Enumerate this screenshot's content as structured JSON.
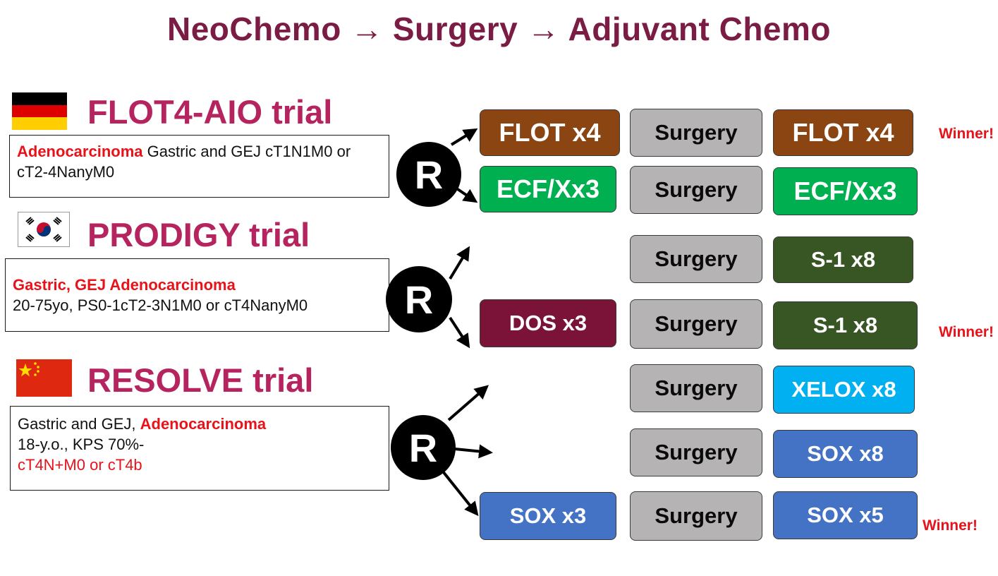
{
  "title": "NeoChemo → Surgery → Adjuvant Chemo",
  "flot4": {
    "name": "FLOT4-AIO trial",
    "flag_icon": "germany-flag-icon",
    "desc_red": "Adenocarcinoma",
    "desc_rest": " Gastric and GEJ cT1N1M0 or cT2-4NanyM0",
    "rows": [
      {
        "neo": "FLOT x4",
        "surgery": "Surgery",
        "adj": "FLOT x4",
        "color": "#8b4513",
        "winner": "Winner!"
      },
      {
        "neo": "ECF/Xx3",
        "surgery": "Surgery",
        "adj": "ECF/Xx3",
        "color": "#00b050"
      }
    ]
  },
  "prodigy": {
    "name": "PRODIGY trial",
    "flag_icon": "south-korea-flag-icon",
    "desc_line1": "Gastric, GEJ Adenocarcinoma",
    "desc_line2": "20-75yo, PS0-1cT2-3N1M0 or cT4NanyM0",
    "rows": [
      {
        "surgery": "Surgery",
        "adj": "S-1 x8",
        "color": "#375623"
      },
      {
        "neo": "DOS x3",
        "neo_color": "#7b1339",
        "surgery": "Surgery",
        "adj": "S-1 x8",
        "color": "#375623",
        "winner": "Winner!"
      }
    ]
  },
  "resolve": {
    "name": "RESOLVE trial",
    "flag_icon": "china-flag-icon",
    "desc_line1_plain": "Gastric and GEJ, ",
    "desc_line1_red": "Adenocarcinoma",
    "desc_line2": "18-y.o., KPS 70%-",
    "desc_line3": "cT4N+M0 or cT4b",
    "rows": [
      {
        "surgery": "Surgery",
        "adj": "XELOX x8",
        "color": "#00b0f0"
      },
      {
        "surgery": "Surgery",
        "adj": "SOX x8",
        "color": "#4472c4"
      },
      {
        "neo": "SOX x3",
        "neo_color": "#4472c4",
        "surgery": "Surgery",
        "adj": "SOX x5",
        "color": "#4472c4",
        "winner": "Winner!"
      }
    ]
  },
  "randomize_label": "R",
  "colors": {
    "title": "#7b1c44",
    "trial_name": "#b5245e",
    "highlight_red": "#e8131a",
    "surgery_gray": "#b5b3b4"
  }
}
